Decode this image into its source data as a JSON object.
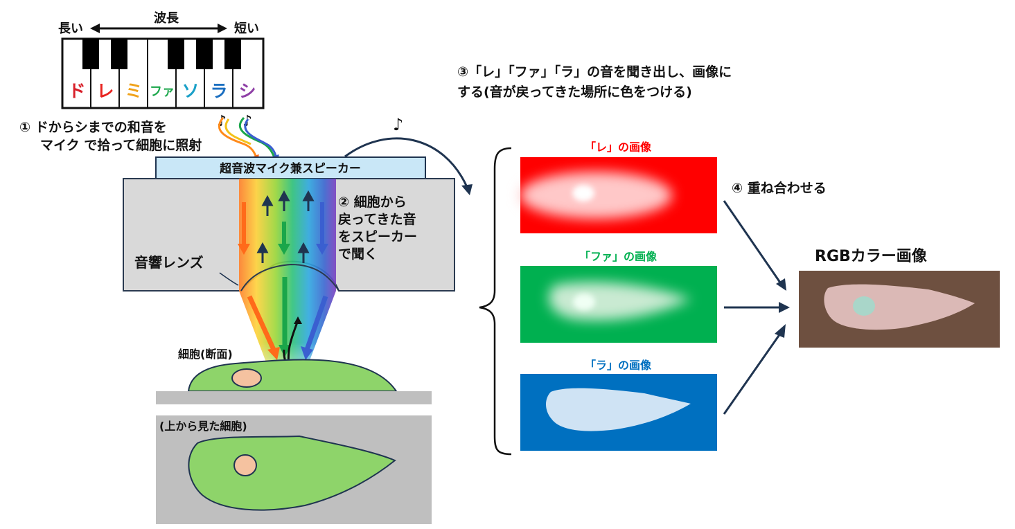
{
  "wavelength": {
    "title": "波長",
    "long": "長い",
    "short": "短い"
  },
  "keys": [
    {
      "label": "ド",
      "color": "#d8202a"
    },
    {
      "label": "レ",
      "color": "#e8231f"
    },
    {
      "label": "ミ",
      "color": "#f0a21a"
    },
    {
      "label": "ファ",
      "color": "#1aa64a"
    },
    {
      "label": "ソ",
      "color": "#1aa0c8"
    },
    {
      "label": "ラ",
      "color": "#1b6fc1"
    },
    {
      "label": "シ",
      "color": "#8e3fa6"
    }
  ],
  "notes": {
    "symbol": "♪"
  },
  "steps": {
    "step1": [
      "① ドからシまでの和音を",
      "マイク で拾って細胞に照射"
    ],
    "step2": [
      "② 細胞から",
      "戻ってきた音",
      "をスピーカー",
      "で聞く"
    ],
    "step3": [
      "③「レ」「ファ」「ラ」の音を聞き出し、画像に",
      "する(音が戻ってきた場所に色をつける)"
    ],
    "step4": "④ 重ね合わせる"
  },
  "device": {
    "transducer_label": "超音波マイク兼スピーカー",
    "lens_label": "音響レンズ"
  },
  "cell": {
    "section_label": "細胞(断面)",
    "top_label": "(上から見た細胞)"
  },
  "images": {
    "re_label": "「レ」の画像",
    "fa_label": "「ファ」の画像",
    "ra_label": "「ラ」の画像",
    "rgb_label": "RGBカラー画像"
  },
  "colors": {
    "red": "#ff0000",
    "green": "#00b050",
    "blue": "#0070c0",
    "rgb_bg": "#6e5040",
    "cell_green": "#8ed46a",
    "nucleus": "#f5c2a0",
    "rgb_cell": "#dbb9b6",
    "rgb_nucleus": "#a9d6c9"
  }
}
